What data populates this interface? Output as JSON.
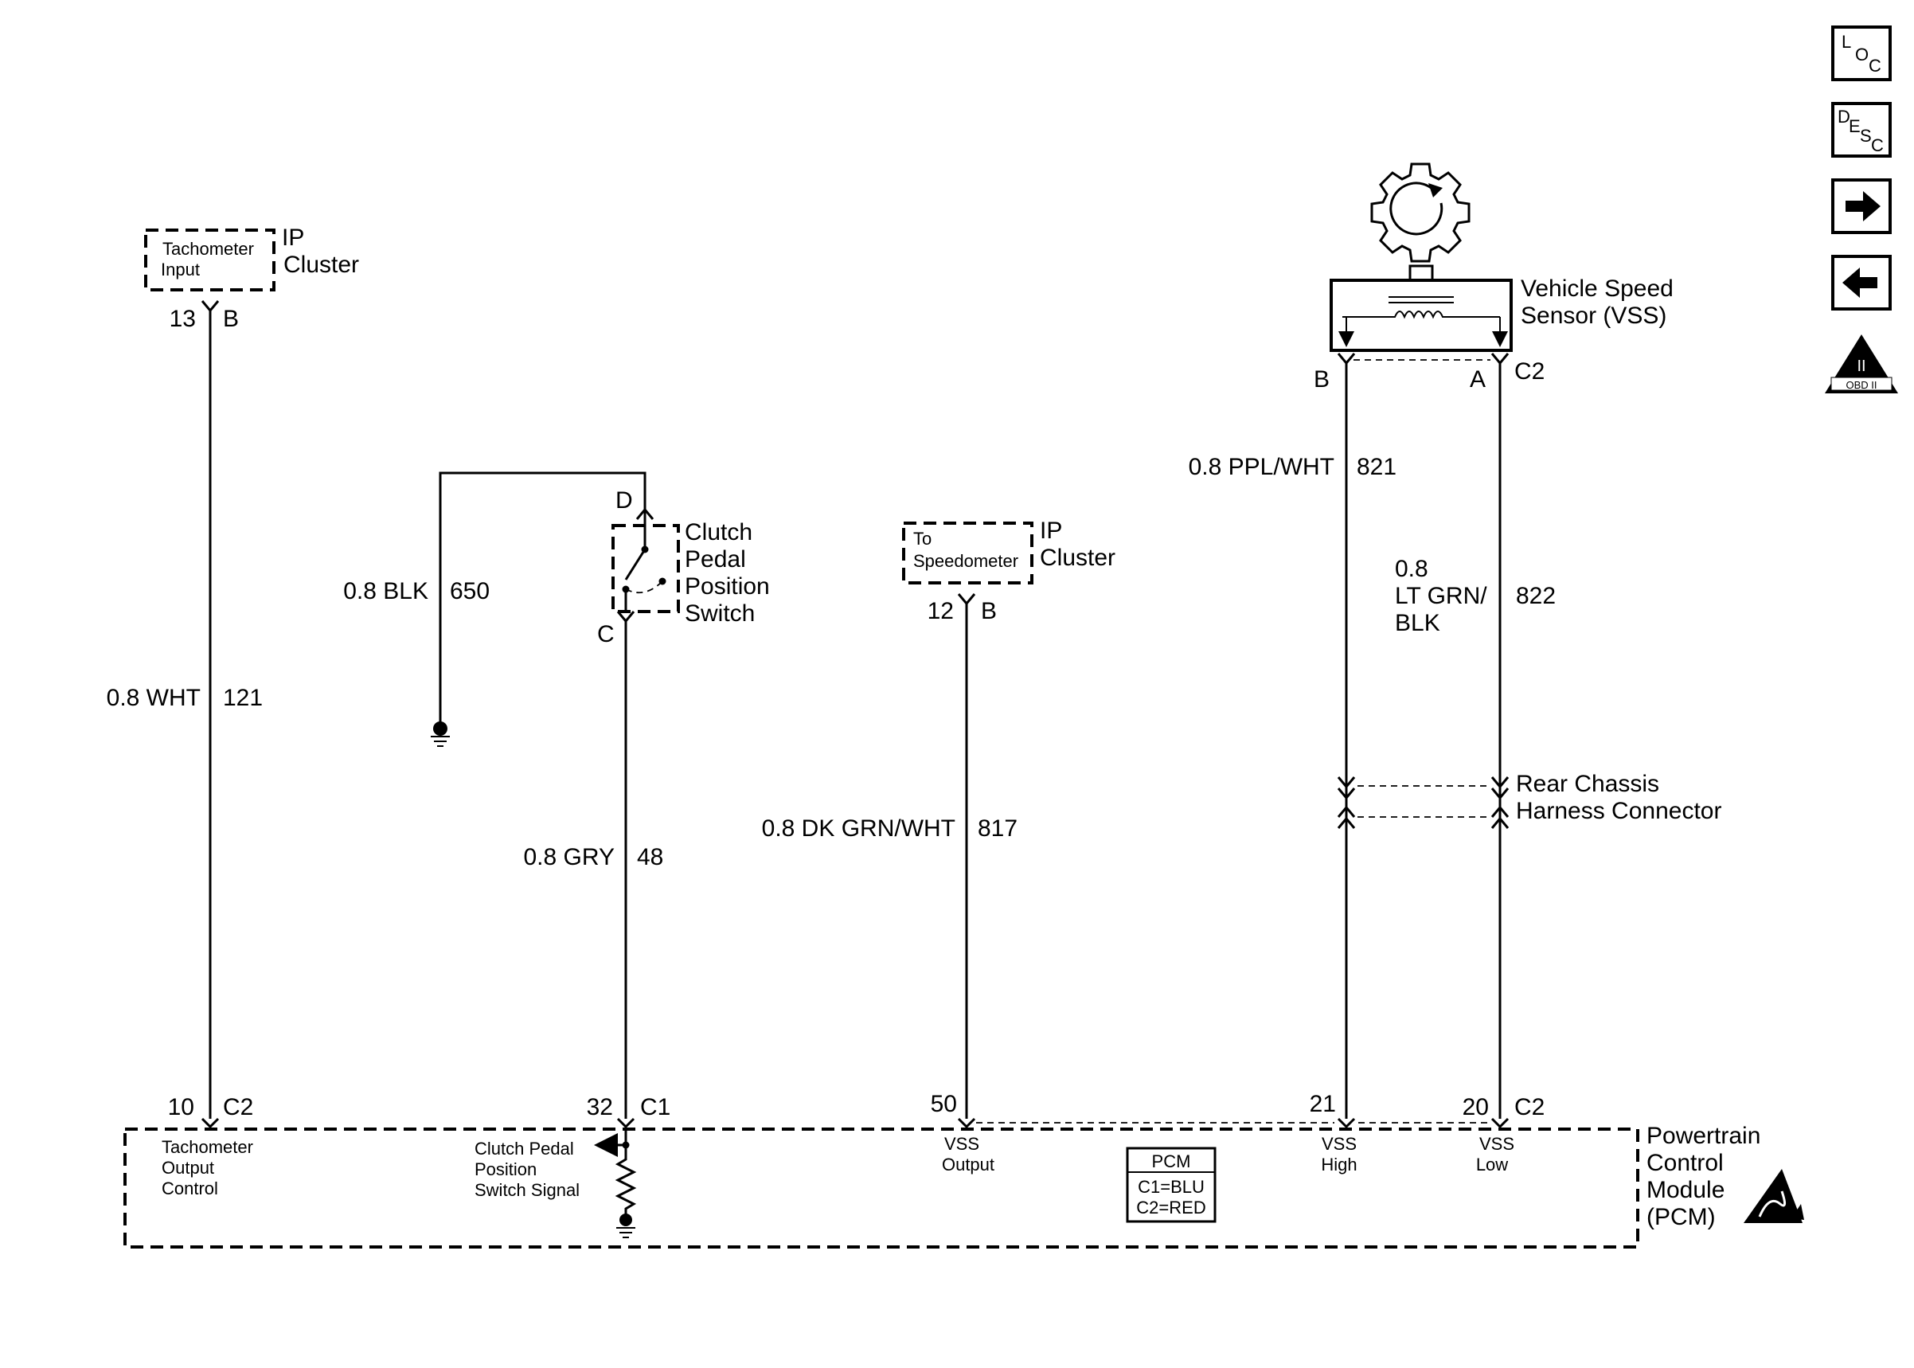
{
  "nav": {
    "loc": [
      "L",
      "O",
      "C"
    ],
    "desc": [
      "D",
      "E",
      "S",
      "C"
    ],
    "obd_label": "OBD II",
    "obd_roman": "II"
  },
  "components": {
    "tach": {
      "line1": "Tachometer",
      "line2": "Input",
      "owner1": "IP",
      "owner2": "Cluster"
    },
    "speedo": {
      "line1": "To",
      "line2": "Speedometer",
      "owner1": "IP",
      "owner2": "Cluster"
    },
    "clutch": {
      "line1": "Clutch",
      "line2": "Pedal",
      "line3": "Position",
      "line4": "Switch"
    },
    "vss": {
      "line1": "Vehicle Speed",
      "line2": "Sensor (VSS)"
    },
    "rear_conn": {
      "line1": "Rear Chassis",
      "line2": "Harness Connector"
    },
    "pcm": {
      "line1": "Powertrain",
      "line2": "Control",
      "line3": "Module",
      "line4": "(PCM)",
      "legend_title": "PCM",
      "legend_c1": "C1=BLU",
      "legend_c2": "C2=RED",
      "tach_out": [
        "Tachometer",
        "Output",
        "Control"
      ],
      "clutch_sig": [
        "Clutch Pedal",
        "Position",
        "Switch Signal"
      ],
      "vss_out": [
        "VSS",
        "Output"
      ],
      "vss_high": [
        "VSS",
        "High"
      ],
      "vss_low": [
        "VSS",
        "Low"
      ]
    }
  },
  "pins": {
    "tach_in": "13",
    "tach_in_conn": "B",
    "speedo_in": "12",
    "speedo_in_conn": "B",
    "clutch_d": "D",
    "clutch_c": "C",
    "vss_b": "B",
    "vss_a": "A",
    "vss_conn": "C2",
    "pcm_tach": "10",
    "pcm_tach_conn": "C2",
    "pcm_clutch": "32",
    "pcm_clutch_conn": "C1",
    "pcm_vss_out": "50",
    "pcm_vss_high": "21",
    "pcm_vss_low": "20",
    "pcm_vss_conn": "C2"
  },
  "wires": {
    "w121": {
      "gauge_color": "0.8 WHT",
      "circuit": "121"
    },
    "w650": {
      "gauge_color": "0.8 BLK",
      "circuit": "650"
    },
    "w48": {
      "gauge_color": "0.8 GRY",
      "circuit": "48"
    },
    "w817": {
      "gauge_color": "0.8 DK GRN/WHT",
      "circuit": "817"
    },
    "w821": {
      "gauge_color": "0.8 PPL/WHT",
      "circuit": "821"
    },
    "w822": {
      "gauge_line1": "0.8",
      "gauge_line2": "LT GRN/",
      "gauge_line3": "BLK",
      "circuit": "822"
    }
  }
}
